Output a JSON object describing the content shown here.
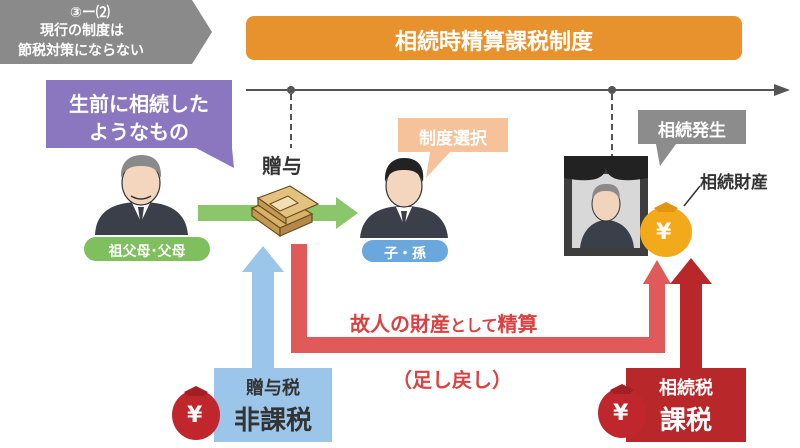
{
  "section_badge": {
    "number": "③ー⑵",
    "line1": "現行の制度は",
    "line2": "節税対策にならない"
  },
  "title": "相続時精算課税制度",
  "callouts": {
    "lifetime_line1": "生前に相続した",
    "lifetime_line2": "ようなもの",
    "choice": "制度選択",
    "inheritance_occurs": "相続発生"
  },
  "labels": {
    "gift": "贈与",
    "grandparents_parents": "祖父母･父母",
    "children_grandchildren": "子・孫",
    "inherited_property": "相続財産",
    "settle_part1": "故人の財産",
    "settle_part2": "として",
    "settle_part3": "精算",
    "add_back": "（足し戻し）"
  },
  "tax_boxes": {
    "gift_tax_line1": "贈与税",
    "gift_tax_line2": "非課税",
    "inheritance_tax_line1": "相続税",
    "inheritance_tax_line2": "課税"
  },
  "money_bag_symbol": "¥",
  "colors": {
    "title_bar": "#e8922e",
    "lifetime_callout": "#8b76c0",
    "choice_callout": "#f5c29a",
    "inheritance_callout": "#8c8c8c",
    "green_arrow": "#8cc66a",
    "gift_pill": "#7fbf5e",
    "child_pill": "#6aa7dc",
    "red_arrow": "#e05a5a",
    "blue_arrow": "#9cc5ea",
    "dark_red": "#b8282a",
    "money_bag": "#f2a91a"
  }
}
